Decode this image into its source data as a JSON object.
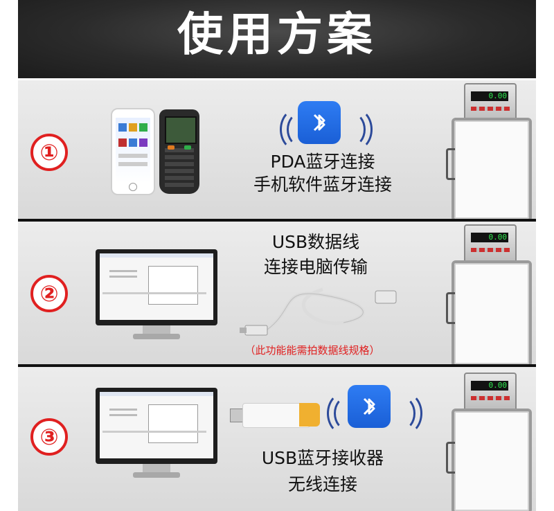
{
  "header": {
    "title": "使用方案"
  },
  "options": [
    {
      "number": "①",
      "line1": "PDA蓝牙连接",
      "line2": "手机软件蓝牙连接"
    },
    {
      "number": "②",
      "line1": "USB数据线",
      "line2": "连接电脑传输",
      "note": "（此功能能需拍数据线规格）"
    },
    {
      "number": "③",
      "line1": "USB蓝牙接收器",
      "line2": "无线连接"
    }
  ],
  "scale": {
    "display": "0.00"
  },
  "colors": {
    "accent": "#e02020",
    "bluetooth": "#1a5fd6"
  },
  "icons": [
    "bluetooth-icon",
    "usb-cable-icon",
    "usb-dongle-icon",
    "scale-icon",
    "monitor-icon",
    "phone-icon",
    "pda-icon"
  ]
}
